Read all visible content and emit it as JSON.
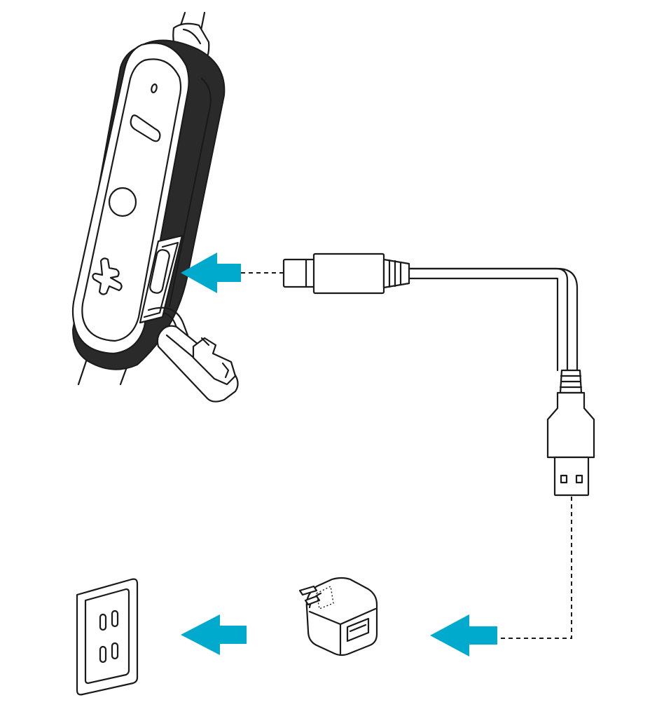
{
  "diagram": {
    "kind": "charging-instructions",
    "arrow_color": "#00aacc",
    "line_color": "#1a1a1a",
    "background": "#ffffff",
    "steps": [
      {
        "from": "usb-c-plug",
        "to": "earphone-charging-port",
        "connector": "dashed-line"
      },
      {
        "from": "usb-a-plug",
        "to": "usb-power-adapter",
        "connector": "dashed-line"
      },
      {
        "from": "usb-power-adapter",
        "to": "wall-outlet",
        "connector": "arrow-only"
      }
    ],
    "remote_buttons": [
      "mic-hole",
      "minus",
      "center",
      "plus"
    ],
    "icons": {
      "earphone_remote": "earphone-remote-icon",
      "usb_cable": "usb-cable-icon",
      "power_adapter": "usb-power-adapter-icon",
      "wall_outlet": "wall-outlet-icon",
      "arrow": "left-arrow-icon"
    }
  }
}
